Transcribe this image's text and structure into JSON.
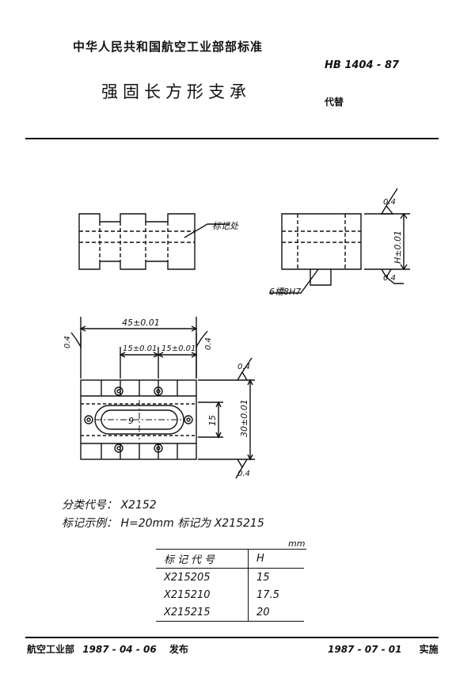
{
  "header": {
    "org": "中华人民共和国航空工业部部标准",
    "title": "强固长方形支承",
    "standard_no": "HB 1404 - 87",
    "replaces_label": "代替"
  },
  "drawing": {
    "top_view_mark_label": "标记处",
    "slot_label": "6槽8H7",
    "height_tol_label": "H±0.01",
    "roughness": "0.4",
    "dim_overall_width": "45±0.01",
    "dim_slot_pitch_left": "15±0.01",
    "dim_slot_pitch_right": "15±0.01",
    "dim_height": "30±0.01",
    "dim_slot_height": "15",
    "center_hole_label": "9"
  },
  "classification": {
    "label": "分类代号：",
    "value": "X2152"
  },
  "example": {
    "label": "标记示例：",
    "value": "H=20mm  标记为 X215215"
  },
  "table": {
    "unit": "mm",
    "headers": [
      "标记代号",
      "H"
    ],
    "rows": [
      [
        "X215205",
        "15"
      ],
      [
        "X215210",
        "17.5"
      ],
      [
        "X215215",
        "20"
      ]
    ]
  },
  "footer": {
    "issuer": "航空工业部",
    "issue_date": "1987 - 04 - 06",
    "issued_label": "发布",
    "effective_date": "1987 - 07 - 01",
    "effective_label": "实施"
  }
}
